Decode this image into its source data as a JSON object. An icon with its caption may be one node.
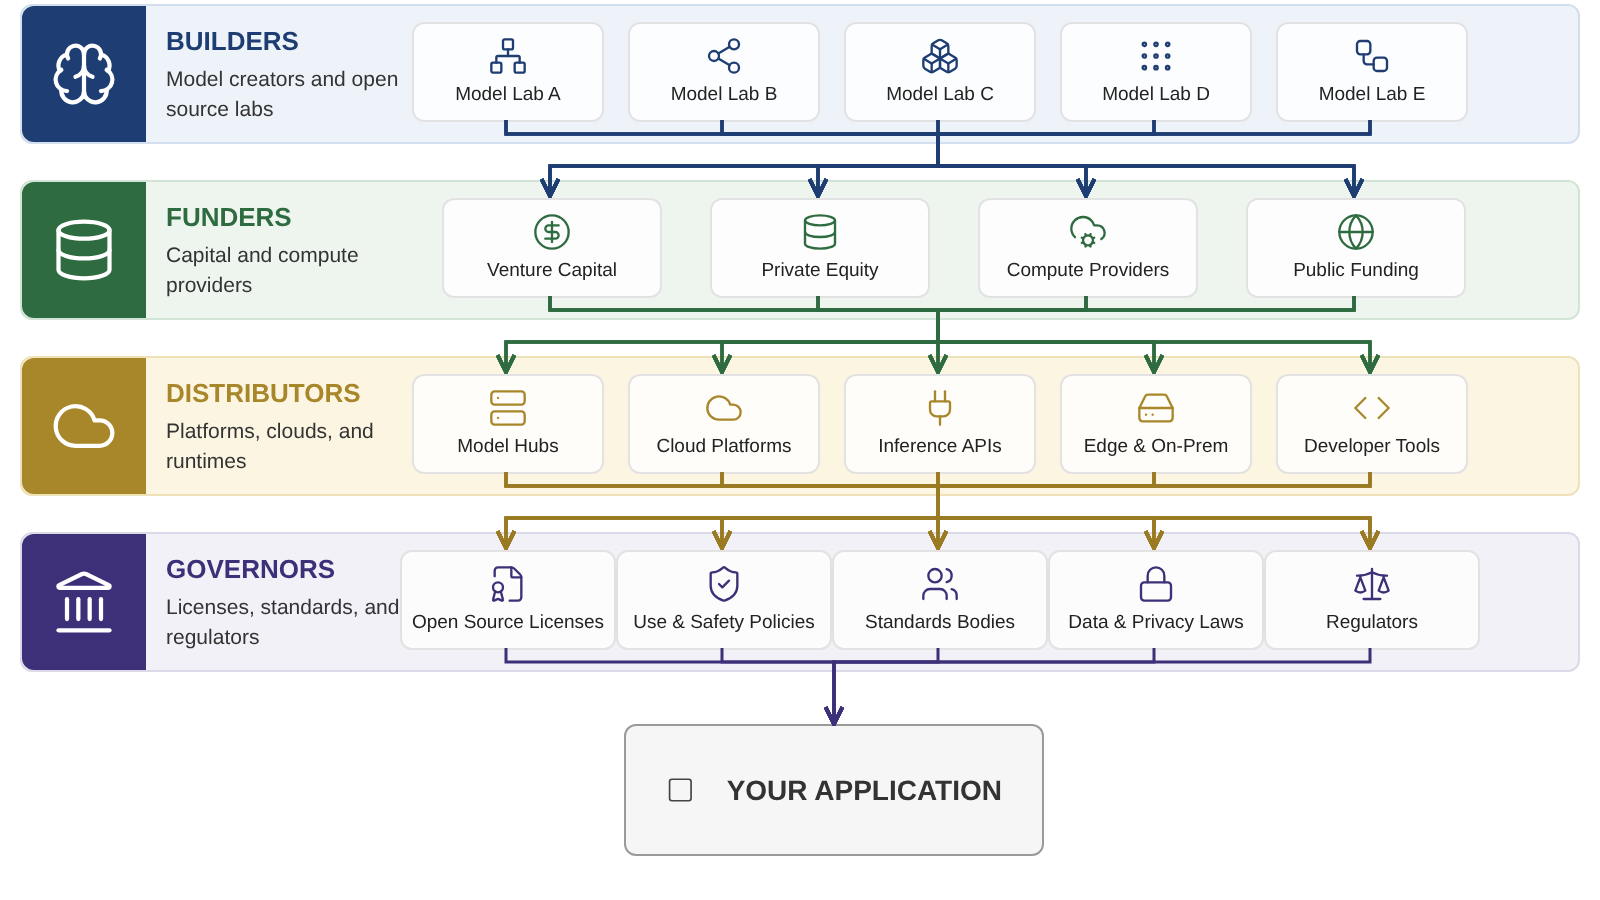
{
  "diagram": {
    "nodes": [
      {
        "text": [
          "BUILDERS",
          "Model creators and open source labs"
        ]
      },
      {
        "text": [
          "Model Lab A"
        ],
        "in": 0
      },
      {
        "text": [
          "Model Lab B"
        ],
        "in": 0
      },
      {
        "text": [
          "Model Lab C"
        ],
        "in": 0
      },
      {
        "text": [
          "Model Lab D"
        ],
        "in": 0
      },
      {
        "text": [
          "Model Lab E"
        ],
        "in": 0
      },
      {
        "text": [
          "FUNDERS",
          "Capital and compute providers"
        ]
      },
      {
        "text": [
          "Venture Capital"
        ],
        "in": 6
      },
      {
        "text": [
          "Private Equity"
        ],
        "in": 6
      },
      {
        "text": [
          "Compute Providers"
        ],
        "in": 6
      },
      {
        "text": [
          "Public Funding"
        ],
        "in": 6
      },
      {
        "text": [
          "DISTRIBUTORS",
          "Platforms, clouds, and runtimes"
        ]
      },
      {
        "text": [
          "Model Hubs"
        ],
        "in": 11
      },
      {
        "text": [
          "Cloud Platforms"
        ],
        "in": 11
      },
      {
        "text": [
          "Inference APIs"
        ],
        "in": 11
      },
      {
        "text": [
          "Edge & On-Prem"
        ],
        "in": 11
      },
      {
        "text": [
          "Developer Tools"
        ],
        "in": 11
      },
      {
        "text": [
          "GOVERNORS",
          "Licenses, standards, and regulators"
        ]
      },
      {
        "text": [
          "Open Source Licenses"
        ],
        "in": 17
      },
      {
        "text": [
          "Use & Safety Policies"
        ],
        "in": 17
      },
      {
        "text": [
          "Standards Bodies"
        ],
        "in": 17
      },
      {
        "text": [
          "Data & Privacy Laws"
        ],
        "in": 17
      },
      {
        "text": [
          "Regulators"
        ],
        "in": 17
      },
      {
        "text": [
          "YOUR APPLICATION"
        ]
      }
    ],
    "edges": [
      {
        "from": 1,
        "to": 7,
        "arrow": "to",
        "color": "#1e3d72"
      },
      {
        "from": 1,
        "to": 8,
        "arrow": "to",
        "color": "#1e3d72"
      },
      {
        "from": 1,
        "to": 9,
        "arrow": "to",
        "color": "#1e3d72"
      },
      {
        "from": 1,
        "to": 10,
        "arrow": "to",
        "color": "#1e3d72"
      },
      {
        "from": 2,
        "to": 7,
        "arrow": "to",
        "color": "#1e3d72"
      },
      {
        "from": 2,
        "to": 8,
        "arrow": "to",
        "color": "#1e3d72"
      },
      {
        "from": 2,
        "to": 9,
        "arrow": "to",
        "color": "#1e3d72"
      },
      {
        "from": 2,
        "to": 10,
        "arrow": "to",
        "color": "#1e3d72"
      },
      {
        "from": 3,
        "to": 7,
        "arrow": "to",
        "color": "#1e3d72"
      },
      {
        "from": 3,
        "to": 8,
        "arrow": "to",
        "color": "#1e3d72"
      },
      {
        "from": 3,
        "to": 9,
        "arrow": "to",
        "color": "#1e3d72"
      },
      {
        "from": 3,
        "to": 10,
        "arrow": "to",
        "color": "#1e3d72"
      },
      {
        "from": 4,
        "to": 7,
        "arrow": "to",
        "color": "#1e3d72"
      },
      {
        "from": 4,
        "to": 8,
        "arrow": "to",
        "color": "#1e3d72"
      },
      {
        "from": 4,
        "to": 9,
        "arrow": "to",
        "color": "#1e3d72"
      },
      {
        "from": 4,
        "to": 10,
        "arrow": "to",
        "color": "#1e3d72"
      },
      {
        "from": 5,
        "to": 7,
        "arrow": "to",
        "color": "#1e3d72"
      },
      {
        "from": 5,
        "to": 8,
        "arrow": "to",
        "color": "#1e3d72"
      },
      {
        "from": 5,
        "to": 9,
        "arrow": "to",
        "color": "#1e3d72"
      },
      {
        "from": 5,
        "to": 10,
        "arrow": "to",
        "color": "#1e3d72"
      },
      {
        "from": 7,
        "to": 12,
        "arrow": "to",
        "color": "#2f6b40"
      },
      {
        "from": 7,
        "to": 13,
        "arrow": "to",
        "color": "#2f6b40"
      },
      {
        "from": 7,
        "to": 14,
        "arrow": "to",
        "color": "#2f6b40"
      },
      {
        "from": 7,
        "to": 15,
        "arrow": "to",
        "color": "#2f6b40"
      },
      {
        "from": 7,
        "to": 16,
        "arrow": "to",
        "color": "#2f6b40"
      },
      {
        "from": 8,
        "to": 12,
        "arrow": "to",
        "color": "#2f6b40"
      },
      {
        "from": 8,
        "to": 13,
        "arrow": "to",
        "color": "#2f6b40"
      },
      {
        "from": 8,
        "to": 14,
        "arrow": "to",
        "color": "#2f6b40"
      },
      {
        "from": 8,
        "to": 15,
        "arrow": "to",
        "color": "#2f6b40"
      },
      {
        "from": 8,
        "to": 16,
        "arrow": "to",
        "color": "#2f6b40"
      },
      {
        "from": 9,
        "to": 12,
        "arrow": "to",
        "color": "#2f6b40"
      },
      {
        "from": 9,
        "to": 13,
        "arrow": "to",
        "color": "#2f6b40"
      },
      {
        "from": 9,
        "to": 14,
        "arrow": "to",
        "color": "#2f6b40"
      },
      {
        "from": 9,
        "to": 15,
        "arrow": "to",
        "color": "#2f6b40"
      },
      {
        "from": 9,
        "to": 16,
        "arrow": "to",
        "color": "#2f6b40"
      },
      {
        "from": 10,
        "to": 12,
        "arrow": "to",
        "color": "#2f6b40"
      },
      {
        "from": 10,
        "to": 13,
        "arrow": "to",
        "color": "#2f6b40"
      },
      {
        "from": 10,
        "to": 14,
        "arrow": "to",
        "color": "#2f6b40"
      },
      {
        "from": 10,
        "to": 15,
        "arrow": "to",
        "color": "#2f6b40"
      },
      {
        "from": 10,
        "to": 16,
        "arrow": "to",
        "color": "#2f6b40"
      },
      {
        "from": 12,
        "to": 18,
        "arrow": "to"
      },
      {
        "from": 12,
        "to": 19,
        "arrow": "to"
      },
      {
        "from": 12,
        "to": 20,
        "arrow": "to"
      },
      {
        "from": 12,
        "to": 21,
        "arrow": "to"
      },
      {
        "from": 12,
        "to": 22,
        "arrow": "to"
      },
      {
        "from": 13,
        "to": 18,
        "arrow": "to"
      },
      {
        "from": 13,
        "to": 19,
        "arrow": "to"
      },
      {
        "from": 13,
        "to": 20,
        "arrow": "to"
      },
      {
        "from": 13,
        "to": 21,
        "arrow": "to"
      },
      {
        "from": 13,
        "to": 22,
        "arrow": "to"
      },
      {
        "from": 14,
        "to": 18,
        "arrow": "to"
      },
      {
        "from": 14,
        "to": 19,
        "arrow": "to"
      },
      {
        "from": 14,
        "to": 20,
        "arrow": "to"
      },
      {
        "from": 14,
        "to": 21,
        "arrow": "to"
      },
      {
        "from": 14,
        "to": 22,
        "arrow": "to"
      },
      {
        "from": 15,
        "to": 18,
        "arrow": "to"
      },
      {
        "from": 15,
        "to": 19,
        "arrow": "to"
      },
      {
        "from": 15,
        "to": 20,
        "arrow": "to"
      },
      {
        "from": 15,
        "to": 21,
        "arrow": "to"
      },
      {
        "from": 15,
        "to": 22,
        "arrow": "to"
      },
      {
        "from": 16,
        "to": 18,
        "arrow": "to"
      },
      {
        "from": 16,
        "to": 19,
        "arrow": "to"
      },
      {
        "from": 16,
        "to": 20,
        "arrow": "to"
      },
      {
        "from": 16,
        "to": 21,
        "arrow": "to"
      },
      {
        "from": 16,
        "to": 22,
        "arrow": "to"
      },
      {
        "from": 18,
        "to": 23,
        "arrow": "to",
        "color": "#3d2f78"
      },
      {
        "from": 19,
        "to": 23,
        "arrow": "to",
        "color": "#3d2f78"
      },
      {
        "from": 20,
        "to": 23,
        "arrow": "to",
        "color": "#3d2f78"
      },
      {
        "from": 21,
        "to": 23,
        "arrow": "to",
        "color": "#3d2f78"
      },
      {
        "from": 22,
        "to": 23,
        "arrow": "to",
        "color": "#3d2f78"
      }
    ]
  }
}
